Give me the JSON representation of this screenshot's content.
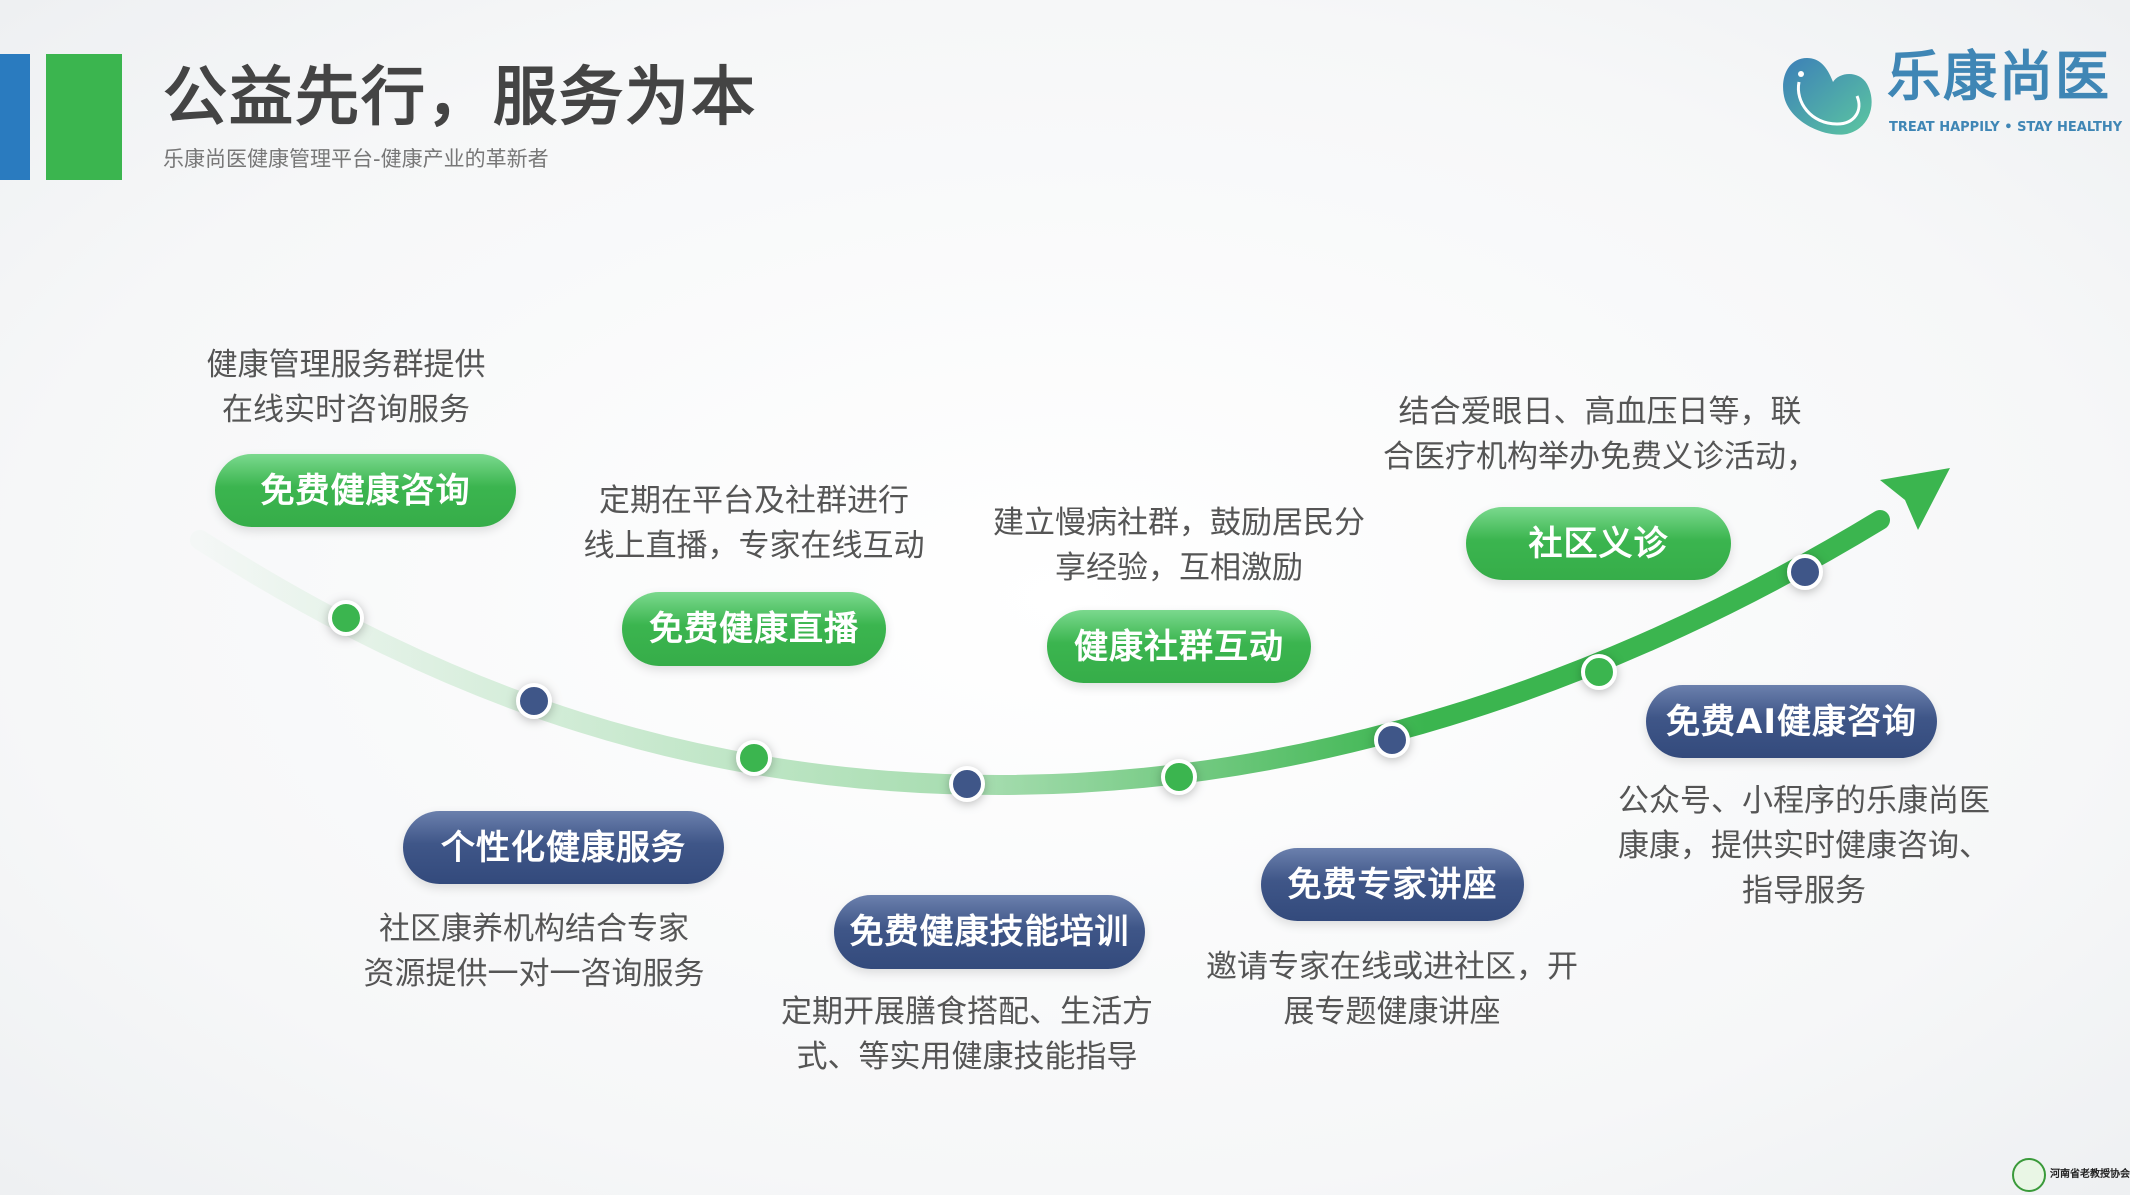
{
  "header": {
    "title": "公益先行，服务为本",
    "subtitle": "乐康尚医健康管理平台-健康产业的革新者"
  },
  "logo": {
    "name": "乐康尚医",
    "slogan": "TREAT HAPPILY • STAY HEALTHY"
  },
  "footer_logo": {
    "name": "河南省老教授协会"
  },
  "colors": {
    "green": "#3bb54f",
    "blue": "#3f5688",
    "accent_blue": "#2a7bbf"
  },
  "milestones": [
    {
      "label": "免费健康咨询",
      "desc": [
        "健康管理服务群提供",
        "在线实时咨询服务"
      ],
      "color": "green"
    },
    {
      "label": "个性化健康服务",
      "desc": [
        "社区康养机构结合专家",
        "资源提供一对一咨询服务"
      ],
      "color": "blue"
    },
    {
      "label": "免费健康直播",
      "desc": [
        "定期在平台及社群进行",
        "线上直播，专家在线互动"
      ],
      "color": "green"
    },
    {
      "label": "免费健康技能培训",
      "desc": [
        "定期开展膳食搭配、生活方",
        "式、等实用健康技能指导"
      ],
      "color": "blue"
    },
    {
      "label": "健康社群互动",
      "desc": [
        "建立慢病社群，鼓励居民分",
        "享经验，互相激励"
      ],
      "color": "green"
    },
    {
      "label": "免费专家讲座",
      "desc": [
        "邀请专家在线或进社区，开",
        "展专题健康讲座"
      ],
      "color": "blue"
    },
    {
      "label": "社区义诊",
      "desc": [
        "结合爱眼日、高血压日等，联",
        "合医疗机构举办免费义诊活动，"
      ],
      "color": "green"
    },
    {
      "label": "免费AI健康咨询",
      "desc": [
        "公众号、小程序的乐康尚医",
        "康康，提供实时健康咨询、",
        "指导服务"
      ],
      "color": "blue"
    }
  ]
}
